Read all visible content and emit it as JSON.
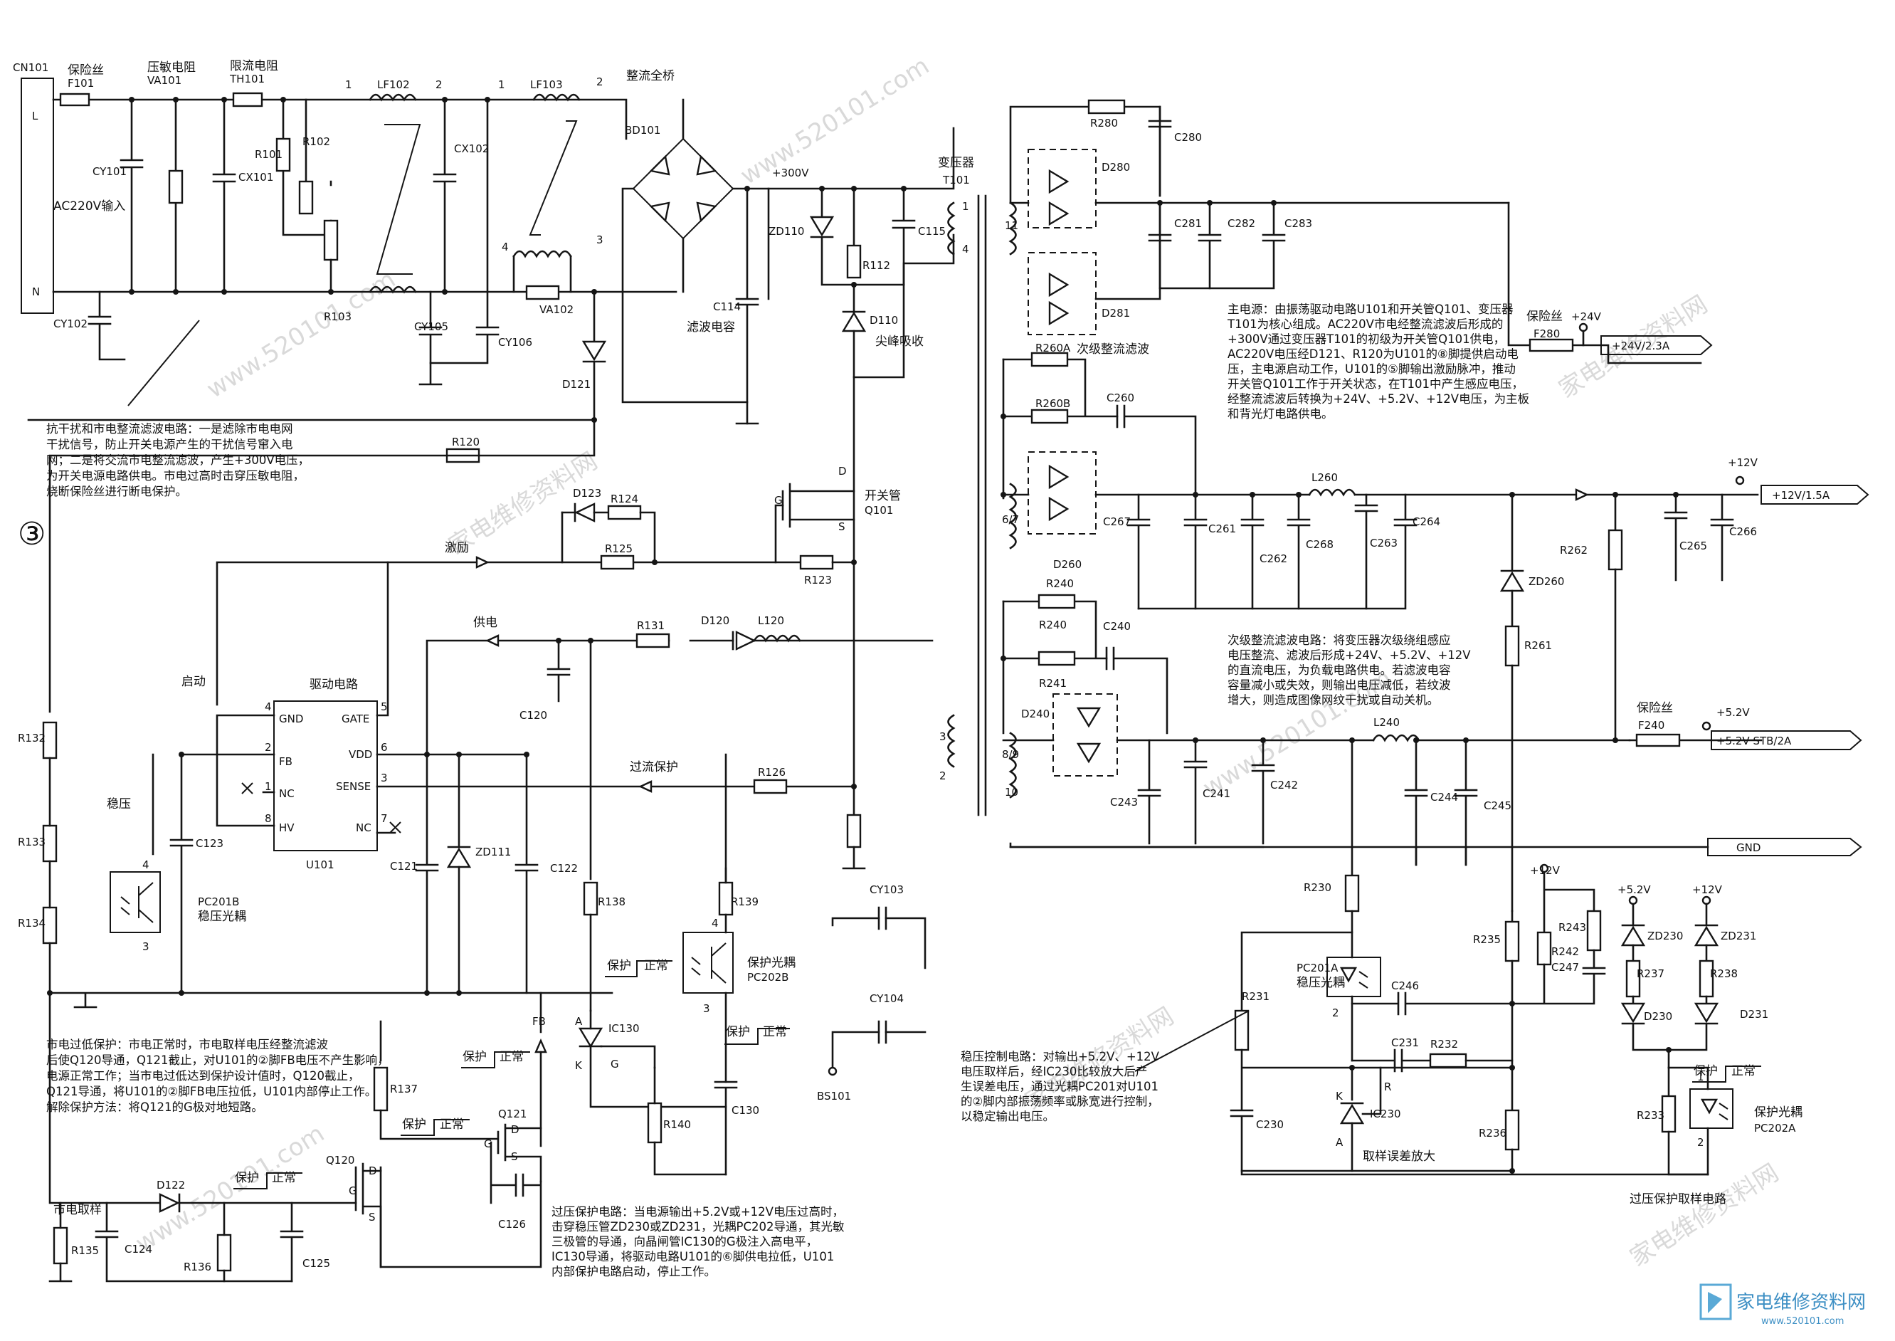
{
  "page_marker": "③",
  "inline_labels": {
    "cn101": "CN101",
    "fuse_title": "保险丝",
    "f101": "F101",
    "varistor_title": "压敏电阻",
    "va101": "VA101",
    "limiter_title": "限流电阻",
    "th101": "TH101",
    "lf102": "LF102",
    "lf103": "LF103",
    "bridge_title": "整流全桥",
    "l_pin": "L",
    "n_pin": "N",
    "cy101": "CY101",
    "cx101": "CX101",
    "ac_input": "AC220V输入",
    "r101": "R101",
    "r102": "R102",
    "r103": "R103",
    "cy102": "CY102",
    "cy105": "CY105",
    "cx102": "CX102",
    "cy106": "CY106",
    "va102": "VA102",
    "d121": "D121",
    "bd101": "BD101",
    "plus300v": "+300V",
    "zd110": "ZD110",
    "r112": "R112",
    "c115": "C115",
    "c114": "C114",
    "c114_desc": "滤波电容",
    "d110": "D110",
    "spike_absorb": "尖峰吸收",
    "transformer_title": "变压器",
    "t101": "T101",
    "n1": "1",
    "n2": "2",
    "n3": "3",
    "n4": "4",
    "n11": "11",
    "n67": "6/7",
    "n89": "8/9",
    "n10": "10",
    "q101_title": "开关管",
    "q101": "Q101",
    "pin_d": "D",
    "pin_g": "G",
    "pin_s": "S",
    "d123": "D123",
    "r124": "R124",
    "r125": "R125",
    "r123": "R123",
    "excitation": "激励",
    "r120": "R120",
    "supply": "供电",
    "r131": "R131",
    "d120": "D120",
    "l120": "L120",
    "c120": "C120",
    "startup": "启动",
    "driver_title": "驱动电路",
    "pin_gnd": "GND",
    "pin_fb": "FB",
    "pin_nc": "NC",
    "pin_hv": "HV",
    "pin_gate": "GATE",
    "pin_vdd": "VDD",
    "pin_sense": "SENSE",
    "u101": "U101",
    "p4": "4",
    "p2": "2",
    "p1": "1",
    "p8": "8",
    "p5": "5",
    "p6": "6",
    "p3": "3",
    "p7": "7",
    "ocp": "过流保护",
    "r126": "R126",
    "r132": "R132",
    "r133": "R133",
    "r134": "R134",
    "regulate": "稳压",
    "c123": "C123",
    "pc201b": "PC201B",
    "pc201b_desc": "稳压光耦",
    "c121": "C121",
    "zd111": "ZD111",
    "c122": "C122",
    "r138": "R138",
    "r139": "R139",
    "protect": "保护",
    "normal": "正常",
    "opto_protect": "保护光耦",
    "pc202b": "PC202B",
    "ic130": "IC130",
    "pin_a": "A",
    "pin_k": "K",
    "pin_r": "R",
    "r140": "R140",
    "c130": "C130",
    "cy103": "CY103",
    "cy104": "CY104",
    "bs101": "BS101",
    "r137": "R137",
    "q121": "Q121",
    "q120": "Q120",
    "c126": "C126",
    "mains_sample": "市电取样",
    "d122": "D122",
    "c124": "C124",
    "r135": "R135",
    "r136": "R136",
    "c125": "C125",
    "r280": "R280",
    "c280": "C280",
    "d280": "D280",
    "d281": "D281",
    "c281": "C281",
    "c282": "C282",
    "c283": "C283",
    "secondary_title": "次级整流滤波",
    "r260a": "R260A",
    "r260b": "R260B",
    "c260": "C260",
    "d260": "D260",
    "c267": "C267",
    "c261": "C261",
    "c262": "C262",
    "l260": "L260",
    "c268": "C268",
    "c263": "C263",
    "c264": "C264",
    "r240a": "R240",
    "r240b": "R240",
    "c240": "C240",
    "r241": "R241",
    "d240": "D240",
    "c243": "C243",
    "c241": "C241",
    "c242": "C242",
    "l240": "L240",
    "c244": "C244",
    "c245": "C245",
    "fuse2": "保险丝",
    "f280": "F280",
    "v24": "+24V",
    "out24": "+24V/2.3A",
    "v12a": "+12V",
    "out12": "+12V/1.5A",
    "r262": "R262",
    "c265": "C265",
    "c266": "C266",
    "zd260": "ZD260",
    "r261": "R261",
    "fuse3": "保险丝",
    "f240": "F240",
    "v52a": "+5.2V",
    "out52": "+5.2V STB/2A",
    "gnd_out": "GND",
    "r230": "R230",
    "v12b": "+12V",
    "pc201a": "PC201A",
    "pc201a_desc": "稳压光耦",
    "c246": "C246",
    "r235": "R235",
    "r243": "R243",
    "r242": "R242",
    "c247": "C247",
    "r231": "R231",
    "c231": "C231",
    "r232": "R232",
    "c230": "C230",
    "ic230": "IC230",
    "ic230_desc": "取样误差放大",
    "r236": "R236",
    "v52b": "+5.2V",
    "v12c": "+12V",
    "zd230": "ZD230",
    "zd231": "ZD231",
    "r237": "R237",
    "r238": "R238",
    "d230": "D230",
    "d231": "D231",
    "r233": "R233",
    "pc202a": "PC202A",
    "ovp_sample": "过压保护取样电路",
    "watermark_site": "家电维修资料网",
    "watermark_url": "www.520101.com",
    "logo_title": "家电维修资料网",
    "logo_url": "www.520101.com"
  },
  "notes": {
    "emi_filter": [
      "抗干扰和市电整流滤波电路：一是滤除市电电网",
      "干扰信号，防止开关电源产生的干扰信号窜入电",
      "网；二是将交流市电整流滤波，产生+300V电压，",
      "为开关电源电路供电。市电过高时击穿压敏电阻，",
      "烧断保险丝进行断电保护。"
    ],
    "main_power": [
      "主电源：由振荡驱动电路U101和开关管Q101、变压器",
      "T101为核心组成。AC220V市电经整流滤波后形成的",
      "+300V通过变压器T101的初级为开关管Q101供电，",
      "AC220V电压经D121、R120为U101的⑧脚提供启动电",
      "压，主电源启动工作，U101的⑤脚输出激励脉冲，推动",
      "开关管Q101工作于开关状态，在T101中产生感应电压，",
      "经整流滤波后转换为+24V、+5.2V、+12V电压，为主板",
      "和背光灯电路供电。"
    ],
    "secondary": [
      "次级整流滤波电路：将变压器次级绕组感应",
      "电压整流、滤波后形成+24V、+5.2V、+12V",
      "的直流电压，为负载电路供电。若滤波电容",
      "容量减小或失效，则输出电压减低，若纹波",
      "增大，则造成图像网纹干扰或自动关机。"
    ],
    "undervoltage": [
      "市电过低保护：市电正常时，市电取样电压经整流滤波",
      "后使Q120导通，Q121截止，对U101的②脚FB电压不产生影响，",
      "电源正常工作；当市电过低达到保护设计值时，Q120截止，",
      "Q121导通，将U101的②脚FB电压拉低，U101内部停止工作。",
      "解除保护方法：将Q121的G极对地短路。"
    ],
    "overvoltage": [
      "过压保护电路：当电源输出+5.2V或+12V电压过高时，",
      "击穿稳压管ZD230或ZD231，光耦PC202导通，其光敏",
      "三极管的导通，向晶闸管IC130的G极注入高电平，",
      "IC130导通，将驱动电路U101的⑥脚供电拉低，U101",
      "内部保护电路启动，停止工作。"
    ],
    "regulation": [
      "稳压控制电路：对输出+5.2V、+12V",
      "电压取样后，经IC230比较放大后产",
      "生误差电压，通过光耦PC201对U101",
      "的②脚内部振荡频率或脉宽进行控制，",
      "以稳定输出电压。"
    ]
  }
}
